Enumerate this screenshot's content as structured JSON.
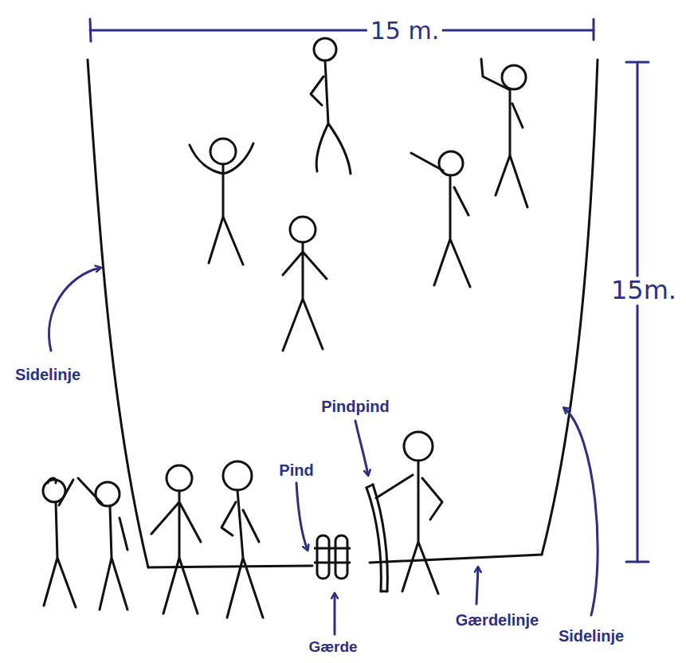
{
  "diagram": {
    "labels": [
      "15 m.",
      "15m.",
      "Sidelinje",
      "Pindpind",
      "Pind",
      "Gærdelinje",
      "Gærde",
      "Sidelinje"
    ]
  }
}
